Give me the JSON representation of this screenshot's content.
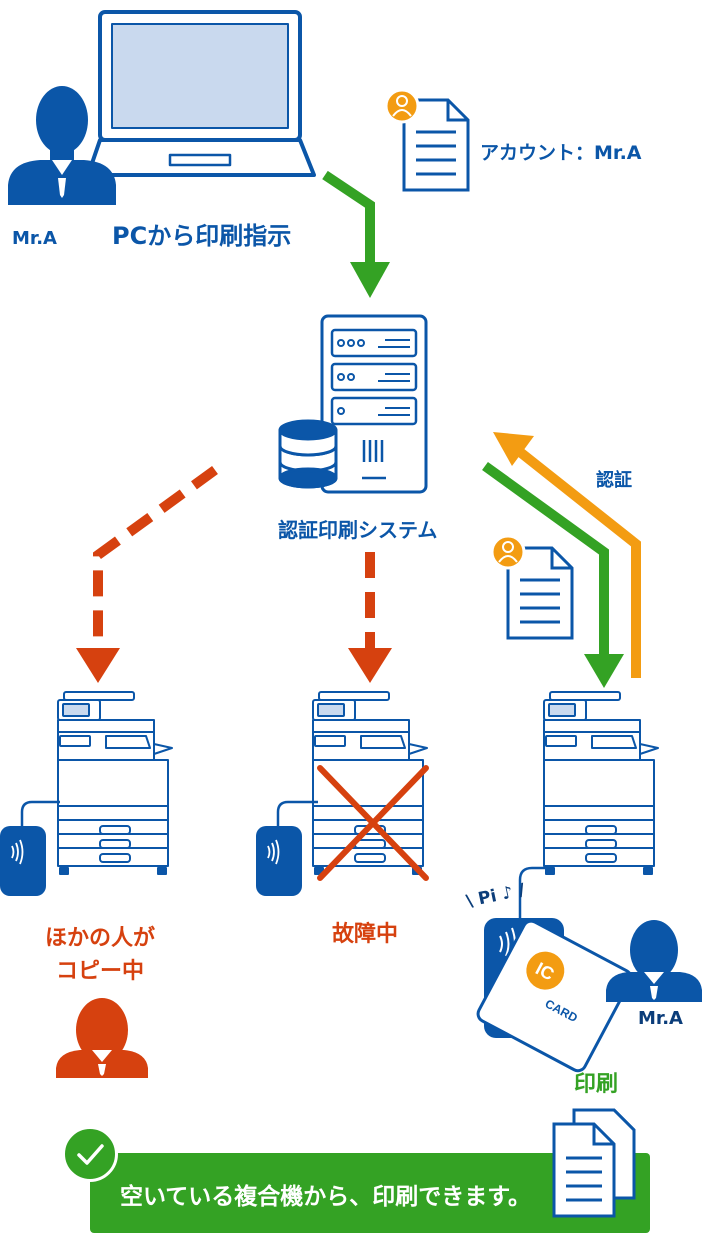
{
  "source_user": {
    "name": "Mr.A",
    "action": "PCから印刷指示"
  },
  "print_job": {
    "account": "アカウント：Mr.A"
  },
  "system": {
    "name": "認証印刷システム"
  },
  "auth_flow": {
    "label": "認証"
  },
  "printers": [
    {
      "status": "ほかの人が\nコピー中",
      "state": "busy"
    },
    {
      "status": "故障中",
      "state": "broken"
    },
    {
      "status": "印刷",
      "state": "available"
    }
  ],
  "card_reader": {
    "sound": "\\ Pi ♪ /"
  },
  "ic_card": {
    "badge": "IC",
    "text": "CARD"
  },
  "card_user": {
    "name": "Mr.A"
  },
  "result": {
    "message": "空いている複合機から、印刷できます。"
  },
  "colors": {
    "blue": "#0b56a8",
    "green": "#34a224",
    "orange": "#f39c12",
    "red": "#d6410f"
  }
}
